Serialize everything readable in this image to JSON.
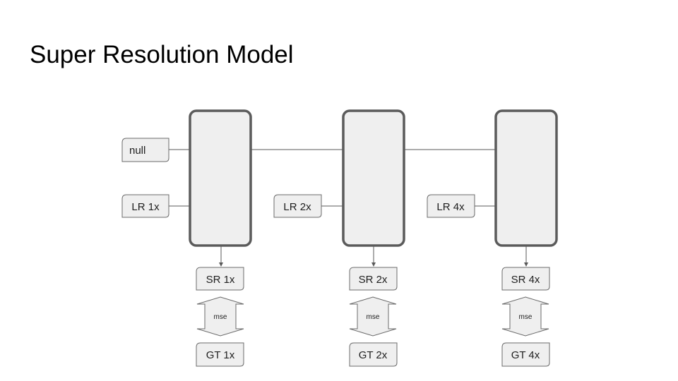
{
  "title": "Super Resolution Model",
  "colors": {
    "block_fill": "#efefef",
    "block_stroke": "#5b5b5b",
    "box_stroke": "#6b6b6b",
    "arrow": "#595959"
  },
  "inputs": {
    "null": "null",
    "lr1": "LR 1x",
    "lr2": "LR 2x",
    "lr4": "LR 4x"
  },
  "stages": [
    {
      "sr": "SR 1x",
      "loss": "mse",
      "gt": "GT 1x"
    },
    {
      "sr": "SR 2x",
      "loss": "mse",
      "gt": "GT 2x"
    },
    {
      "sr": "SR 4x",
      "loss": "mse",
      "gt": "GT 4x"
    }
  ]
}
